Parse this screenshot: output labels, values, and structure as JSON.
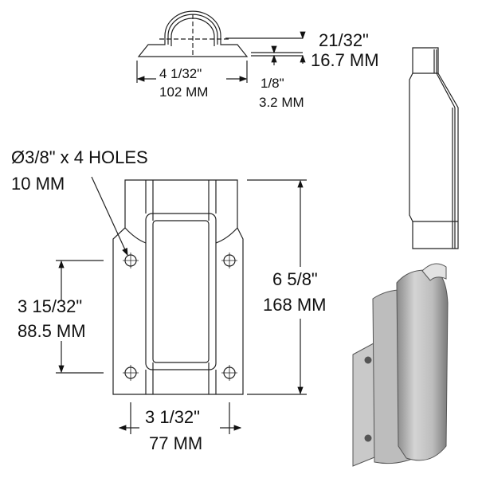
{
  "top_view": {
    "height_in": "21/32\"",
    "height_mm": "16.7 MM",
    "width_in": "4 1/32\"",
    "width_mm": "102 MM",
    "thickness_in": "1/8\"",
    "thickness_mm": "3.2 MM"
  },
  "front_view": {
    "holes_in": "Ø3/8\" x 4 HOLES",
    "holes_mm": "10 MM",
    "hole_spacing_in": "3 15/32\"",
    "hole_spacing_mm": "88.5 MM",
    "length_in": "6 5/8\"",
    "length_mm": "168 MM",
    "width_in": "3 1/32\"",
    "width_mm": "77 MM"
  },
  "colors": {
    "line": "#222222",
    "render": "#b8b8b8"
  }
}
